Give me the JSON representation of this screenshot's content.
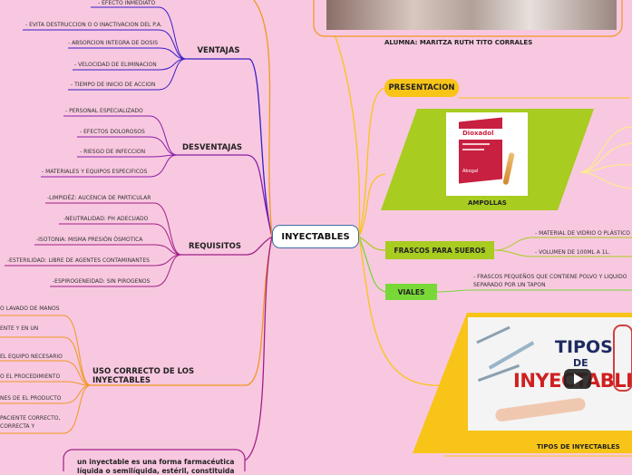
{
  "center": "INYECTABLES",
  "top_caption": "ALUMNA: MARITZA RUTH TITO CORRALES",
  "ventajas": {
    "label": "VENTAJAS",
    "items": [
      "- EFECTO INMEDIATO",
      "- EVITA DESTRUCCION O O INACTIVACION DEL P.A.",
      "- ABSORCION INTEGRA DE DOSIS",
      "- VELOCIDAD DE ELIMINACION",
      "- TIEMPO DE INICIO DE ACCION"
    ]
  },
  "desventajas": {
    "label": "DESVENTAJAS",
    "items": [
      "- PERSONAL ESPECIALIZADO",
      "- EFECTOS DOLOROSOS",
      "- RIESGO DE INFECCION",
      "- MATERIALES Y EQUIPOS ESPECIFICOS"
    ]
  },
  "requisitos": {
    "label": "REQUISITOS",
    "items": [
      "-LIMPIDÉZ: AUCENCIA DE PARTICULAR",
      "-NEUTRALIDAD:  PH ADECUADO",
      "-ISOTONIA: MISMA PRESIÓN  ÓSMOTICA",
      "-ESTERILIDAD: LIBRE DE  AGENTES CONTAMINANTES",
      "-ESPIROGENEIDAD: SIN PIROGENOS"
    ]
  },
  "uso": {
    "label": "USO CORRECTO DE LOS INYECTABLES",
    "items": [
      "O LAVADO DE MANOS",
      "ENTE Y EN UN",
      "EL EQUIPO NECESARIO",
      "O EL PROCEDIMIENTO",
      "NES  DE EL PRODUCTO",
      "PACIENTE CORRECTO,",
      "CORRECTA Y"
    ]
  },
  "definicion": {
    "line1": "un inyectable es una forma farmacéutica",
    "line2": "líquida o semilíquida, estéril, constituida"
  },
  "presentacion": {
    "label": "PRESENTACION"
  },
  "ampollas": {
    "label": "AMPOLLAS",
    "brand": "Dioxadol",
    "maker": "Abogal"
  },
  "frascos": {
    "label": "FRASCOS PARA SUEROS",
    "items": [
      "- MATERIAL DE VIDRIO O PLÁSTICO",
      "- VOLUMEN DE 100ML A 1L."
    ]
  },
  "viales": {
    "label": "VIALES",
    "line1": "- FRASCOS PEQUEÑOS QUE CONTIENE POLVO Y LIQUIDO",
    "line2": "SEPARADO POR UN TAPON"
  },
  "tipos": {
    "label": "TIPOS DE INYECTABLES",
    "title1": "TIPOS",
    "title2": "DE",
    "title3": "INYECTABLES"
  },
  "colors": {
    "background": "#f8c8e0",
    "ventajas": "#3a1ec8",
    "desventajas": "#8a1ea8",
    "requisitos": "#a01e88",
    "uso": "#f09820",
    "presentacion": "#f8c418",
    "lime": "#a8cc20",
    "viales": "#78d838"
  }
}
